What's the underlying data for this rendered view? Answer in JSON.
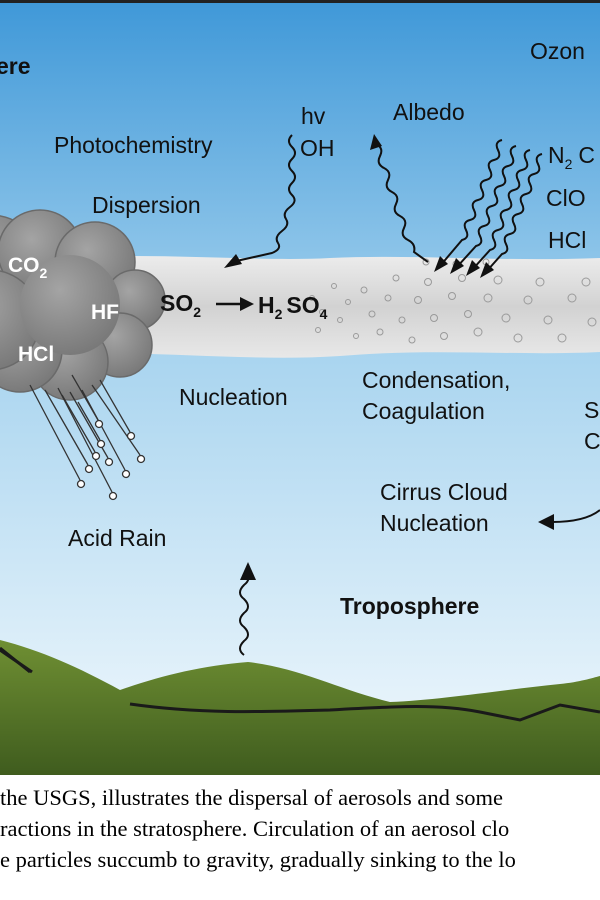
{
  "diagram": {
    "layer_left": "ere",
    "layer_right": "Ozon",
    "layer_bottom": "Troposphere",
    "processes": {
      "photochemistry": "Photochemistry",
      "dispersion": "Dispersion",
      "hv": "hv",
      "oh": "OH",
      "albedo": "Albedo",
      "n2": "N",
      "n2_sub": "2",
      "n2_tail": "C",
      "clo": "ClO",
      "hcl_right": "HCl",
      "nucleation": "Nucleation",
      "condensation": "Condensation,",
      "coagulation": "Coagulation",
      "cirrus": "Cirrus Cloud",
      "cirrus_nucleation": "Nucleation",
      "acid_rain": "Acid Rain",
      "edge_s": "S",
      "edge_c": "C"
    },
    "cloud": {
      "co": "CO",
      "co_sub": "2",
      "hf": "HF",
      "hcl": "HCl"
    },
    "reaction": {
      "so": "SO",
      "so_sub": "2",
      "h": "H",
      "h_sub": "2",
      "so4": "SO",
      "so4_sub": "4"
    },
    "colors": {
      "sky_top": "#4aa0dc",
      "sky_bottom": "#eaf5fb",
      "plume": "#dcdcdc",
      "cloud": "#8e8e8e",
      "ground": "#5e7e2c"
    }
  },
  "caption": {
    "line1": "the USGS, illustrates the dispersal of aerosols and some",
    "line2": "ractions in the stratosphere. Circulation of an aerosol clo",
    "line3": "e particles succumb to gravity, gradually sinking to the lo"
  }
}
